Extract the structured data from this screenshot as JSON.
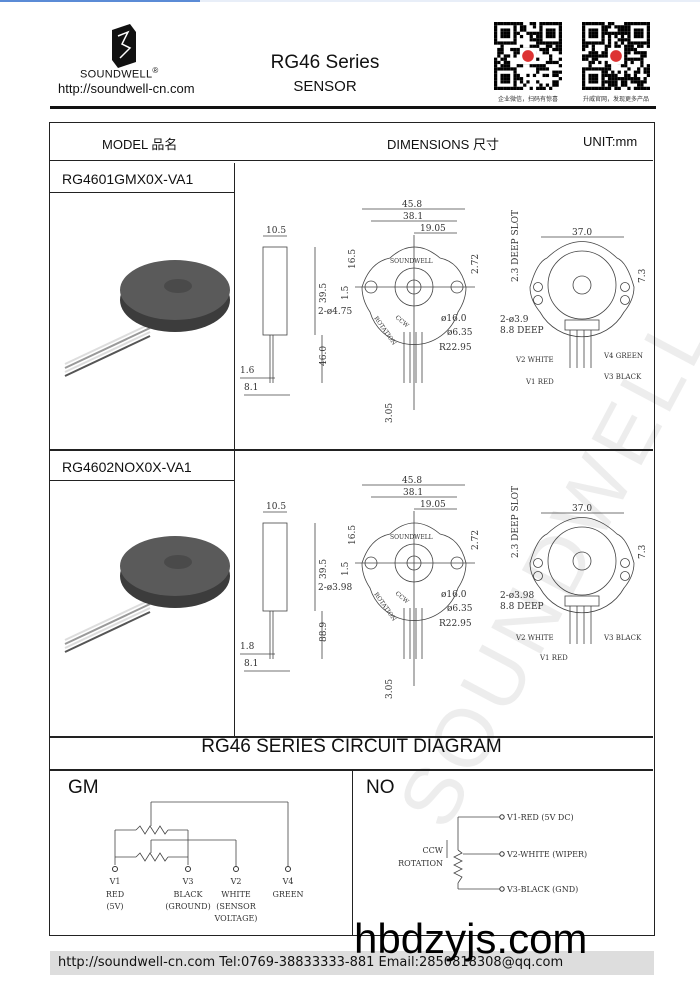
{
  "header": {
    "brand": "SOUNDWELL",
    "registered": "®",
    "url": "http://soundwell-cn.com",
    "title": "RG46  Series",
    "subtitle": "SENSOR",
    "qr1_caption": "企业微信，扫码有惊喜",
    "qr2_caption": "升威官网，发现更多产品"
  },
  "table": {
    "model_header": "MODEL 品名",
    "dimensions_header": "DIMENSIONS 尺寸",
    "unit": "UNIT:mm"
  },
  "products": [
    {
      "model": "RG4601GMX0X-VA1",
      "dims": {
        "w_side": "10.5",
        "w_total": "45.8",
        "holes": "38.1",
        "half": "19.05",
        "slot": "2.72",
        "slot_note": "2.3 DEEP SLOT",
        "top": "16.5",
        "off": "1.5",
        "height": "39.5",
        "hole_dia": "2-ø4.75",
        "d_hub": "ø16.0",
        "d_shaft": "ø6.35",
        "radius": "R22.95",
        "lead_w": "1.6",
        "pitch": "8.1",
        "lead_len": "46.0",
        "pin": "3.05",
        "back_w": "37.0",
        "back_off": "7.3",
        "back_holes": "2-ø3.9",
        "back_depth": "8.8 DEEP",
        "logo": "SOUNDWELL",
        "ccw": "CCW",
        "rotation": "ROTATION"
      },
      "wires": [
        "V2 WHITE",
        "V4 GREEN",
        "V1 RED",
        "V3 BLACK"
      ]
    },
    {
      "model": "RG4602NOX0X-VA1",
      "dims": {
        "w_side": "10.5",
        "w_total": "45.8",
        "holes": "38.1",
        "half": "19.05",
        "slot": "2.72",
        "slot_note": "2.3 DEEP SLOT",
        "top": "16.5",
        "off": "1.5",
        "height": "39.5",
        "hole_dia": "2-ø3.98",
        "d_hub": "ø16.0",
        "d_shaft": "ø6.35",
        "radius": "R22.95",
        "lead_w": "1.8",
        "pitch": "8.1",
        "lead_len": "88.9",
        "pin": "3.05",
        "back_w": "37.0",
        "back_off": "7.3",
        "back_holes": "2-ø3.98",
        "back_depth": "8.8 DEEP",
        "logo": "SOUNDWELL",
        "ccw": "CCW",
        "rotation": "ROTATION"
      },
      "wires": [
        "V2 WHITE",
        "V3 BLACK",
        "V1 RED"
      ]
    }
  ],
  "circuit": {
    "title": "RG46 SERIES CIRCUIT DIAGRAM",
    "gm": {
      "label": "GM",
      "pins": [
        {
          "name": "V1",
          "lines": [
            "RED",
            "(5V)"
          ]
        },
        {
          "name": "V3",
          "lines": [
            "BLACK",
            "(GROUND)"
          ]
        },
        {
          "name": "V2",
          "lines": [
            "WHITE",
            "(SENSOR",
            "VOLTAGE)"
          ]
        },
        {
          "name": "V4",
          "lines": [
            "GREEN"
          ]
        }
      ]
    },
    "no": {
      "label": "NO",
      "pins": [
        "V1-RED (5V DC)",
        "V2-WHITE (WIPER)",
        "V3-BLACK (GND)"
      ],
      "ccw": "CCW",
      "rotation": "ROTATION"
    }
  },
  "footer": {
    "text": "http://soundwell-cn.com  Tel:0769-38833333-881  Email:2850818308@qq.com"
  },
  "watermark": {
    "site": "hbdzyjs.com",
    "brand": "SOUNDWELL"
  }
}
